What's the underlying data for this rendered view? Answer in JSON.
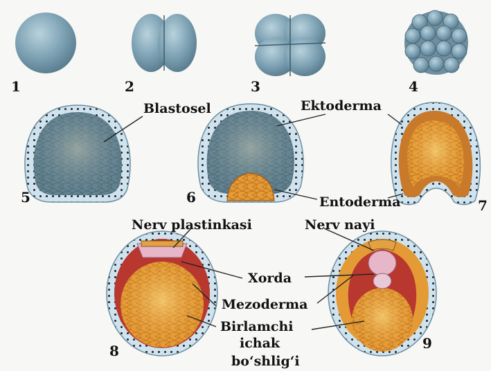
{
  "stages": [
    {
      "number": "1"
    },
    {
      "number": "2"
    },
    {
      "number": "3"
    },
    {
      "number": "4"
    },
    {
      "number": "5"
    },
    {
      "number": "6"
    },
    {
      "number": "7"
    },
    {
      "number": "8"
    },
    {
      "number": "9"
    }
  ],
  "labels": {
    "blastosel": "Blastosel",
    "ektoderma": "Ektoderma",
    "entoderma": "Entoderma",
    "nerv_plastinkasi": "Nerv plastinkasi",
    "nerv_nayi": "Nerv nayi",
    "xorda": "Xorda",
    "mezoderma": "Mezoderma",
    "birlamchi_1": "Birlamchi",
    "birlamchi_2": "ichak",
    "birlamchi_3": "boʻshligʻi"
  },
  "colors": {
    "cell_blue": "#6f96ac",
    "ectoderm_light": "#cfe3ef",
    "entoderm_orange": "#e8a02e",
    "mesoderm_red": "#c2413a",
    "neural_pink": "#e7b6c9"
  }
}
